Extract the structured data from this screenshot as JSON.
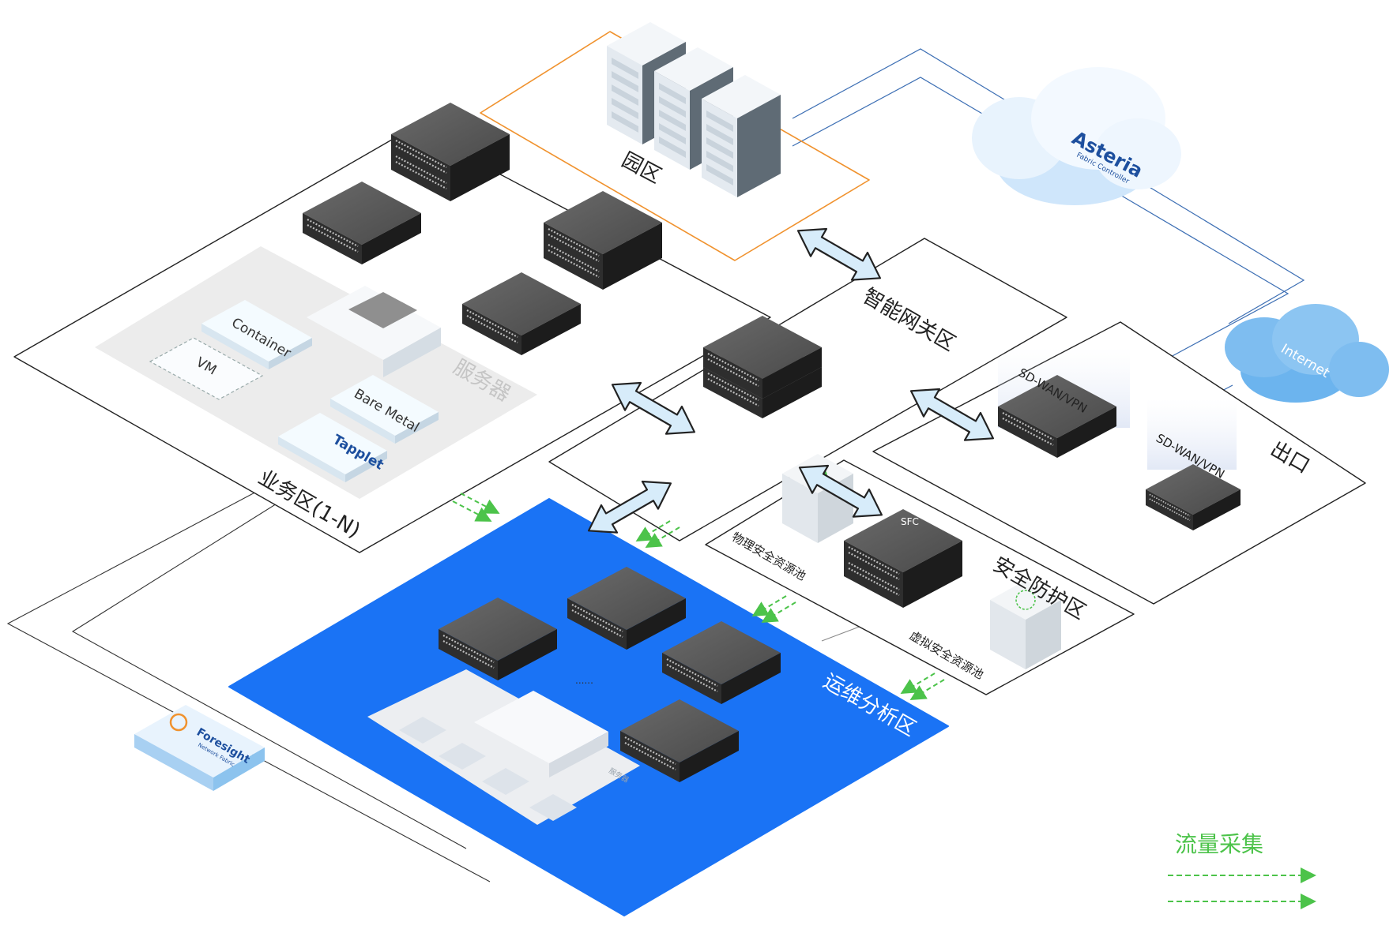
{
  "zones": {
    "campus": "园区",
    "gateway": "智能网关区",
    "business": "业务区(1-N)",
    "server": "服务器",
    "exit": "出口",
    "security": "安全防护区",
    "ops": "运维分析区",
    "physical_pool": "物理安全资源池",
    "virtual_pool": "虚拟安全资源池"
  },
  "server_cards": {
    "container": "Container",
    "vm": "VM",
    "bare_metal": "Bare Metal",
    "tapplet": "Tapplet"
  },
  "devices": {
    "sdwan_1": "SD-WAN/VPN",
    "sdwan_2": "SD-WAN/VPN",
    "sfc": "SFC",
    "ops_server_tag": "服务器",
    "dots": "......"
  },
  "clouds": {
    "asteria_brand": "Asteria",
    "asteria_sub": "Fabric Controller",
    "internet": "Internet",
    "foresight_brand": "Foresight",
    "foresight_sub": "Network Fabric"
  },
  "legend": {
    "title": "流量采集"
  },
  "colors": {
    "ops_blue": "#1a73f5",
    "flow_green": "#4cc34a",
    "campus_orange": "#f0922e",
    "cloud_blue": "#cfe6fb",
    "device_dark": "#3a3a3a"
  }
}
